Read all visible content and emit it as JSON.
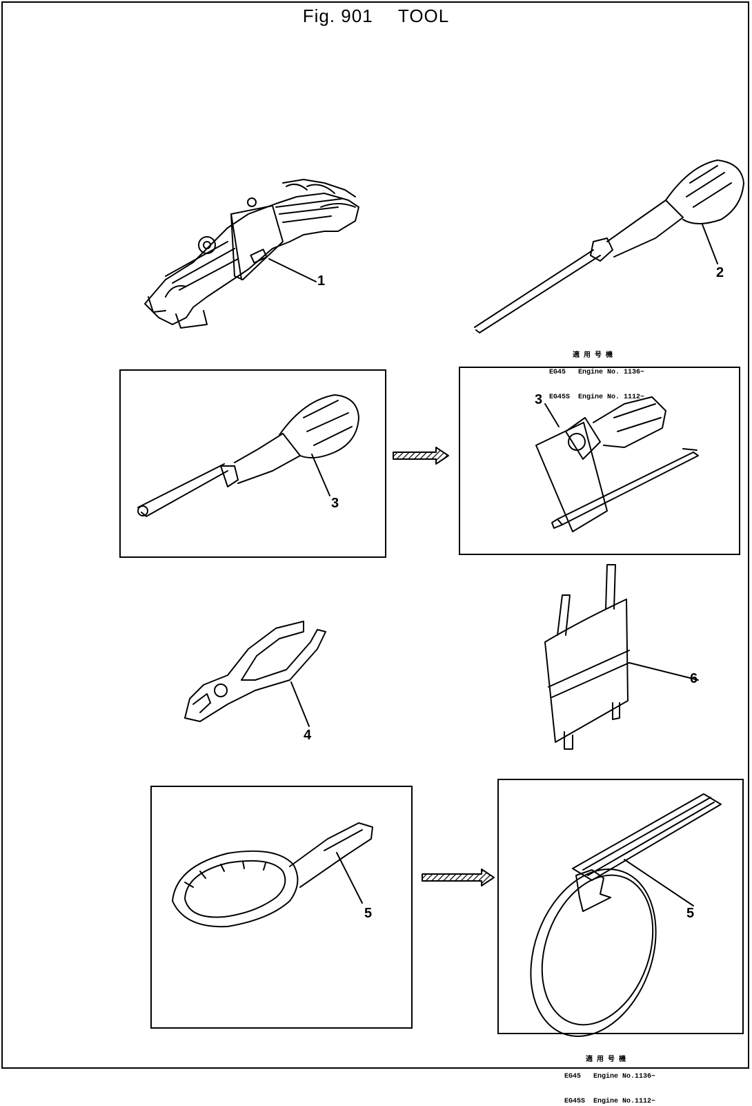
{
  "figure": {
    "fig_label": "Fig. 901",
    "title": "TOOL"
  },
  "callouts": {
    "wrench_set": "1",
    "screwdriver_top": "2",
    "screwdriver_old": "3",
    "screwdriver_new": "3",
    "pliers": "4",
    "filter_wrench_old": "5",
    "filter_wrench_new": "5",
    "tool_bag": "6"
  },
  "notes": {
    "top": {
      "heading": "適 用 号 機",
      "line1": "EG45   Engine No. 1136~",
      "line2": "EG45S  Engine No. 1112~"
    },
    "bottom": {
      "heading": "適 用 号 機",
      "line1": "EG45   Engine No.1136~",
      "line2": "EG45S  Engine No.1112~"
    }
  },
  "icons": {
    "arrow_1": "hatched-right-arrow",
    "arrow_2": "hatched-right-arrow"
  }
}
